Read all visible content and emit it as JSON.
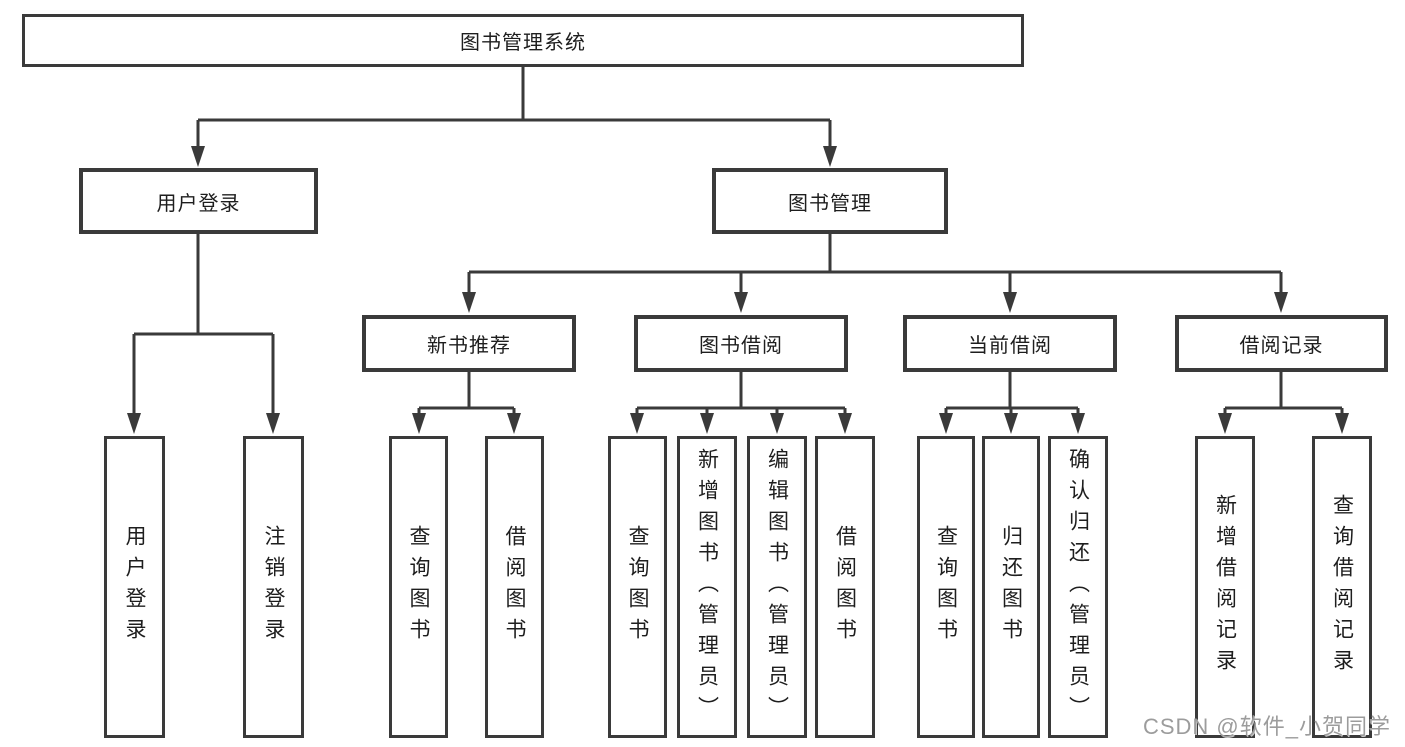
{
  "tree": {
    "root": {
      "label": "图书管理系统",
      "children": [
        {
          "label": "用户登录",
          "children": [
            {
              "label": "用户登录"
            },
            {
              "label": "注销登录"
            }
          ]
        },
        {
          "label": "图书管理",
          "children": [
            {
              "label": "新书推荐",
              "children": [
                {
                  "label": "查询图书"
                },
                {
                  "label": "借阅图书"
                }
              ]
            },
            {
              "label": "图书借阅",
              "children": [
                {
                  "label": "查询图书"
                },
                {
                  "label": "新增图书（管理员）"
                },
                {
                  "label": "编辑图书（管理员）"
                },
                {
                  "label": "借阅图书"
                }
              ]
            },
            {
              "label": "当前借阅",
              "children": [
                {
                  "label": "查询图书"
                },
                {
                  "label": "归还图书"
                },
                {
                  "label": "确认归还（管理员）"
                }
              ]
            },
            {
              "label": "借阅记录",
              "children": [
                {
                  "label": "新增借阅记录"
                },
                {
                  "label": "查询借阅记录"
                }
              ]
            }
          ]
        }
      ]
    }
  },
  "watermark": {
    "text": "CSDN @软件_小贺同学"
  },
  "colors": {
    "line": "#3a3a3a",
    "text": "#1e1e1e",
    "box-bg": "#ffffff",
    "watermark": "#9c9c9c",
    "background": "#ffffff"
  }
}
